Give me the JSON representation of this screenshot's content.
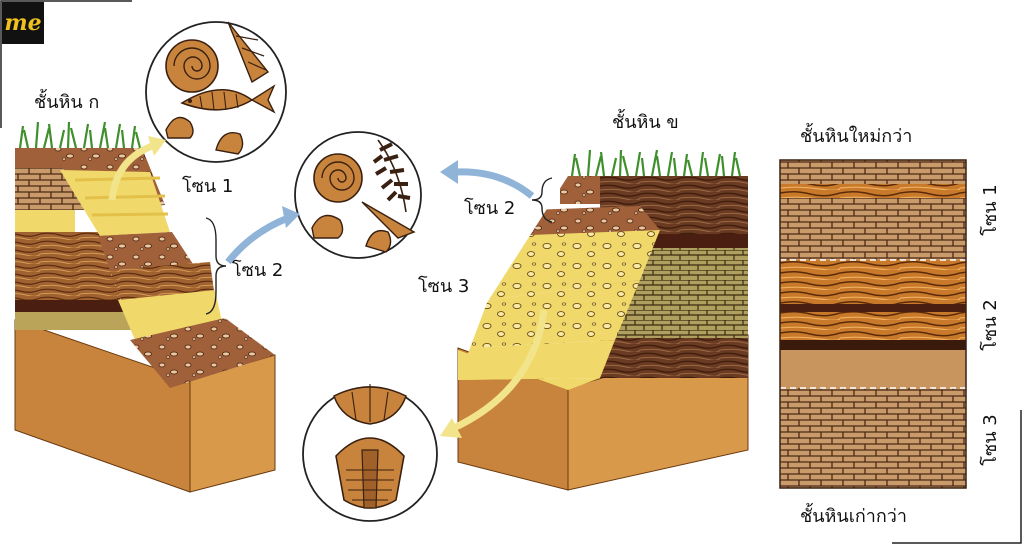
{
  "logo": {
    "text": "me"
  },
  "labels": {
    "rock_a": "ชั้นหิน ก",
    "rock_b": "ชั้นหิน ข",
    "zone1_a": "โซน 1",
    "zone2_a": "โซน 2",
    "zone2_b": "โซน 2",
    "zone3_b": "โซน 3",
    "newer": "ชั้นหินใหม่กว่า",
    "older": "ชั้นหินเก่ากว่า",
    "col_zone1": "โซน 1",
    "col_zone2": "โซน 2",
    "col_zone3": "โซน 3"
  },
  "colors": {
    "fossil": "#c8843c",
    "outline": "#3a2010",
    "sand_yellow": "#f0d96a",
    "soil_brown": "#9a5a30",
    "dark_band": "#4a1e10",
    "olive": "#b9a45a",
    "block_tan": "#c99a6a",
    "grass": "#3f8f2c",
    "arrow_yellow": "#f2e48a",
    "arrow_blue": "#8fb4d8"
  }
}
